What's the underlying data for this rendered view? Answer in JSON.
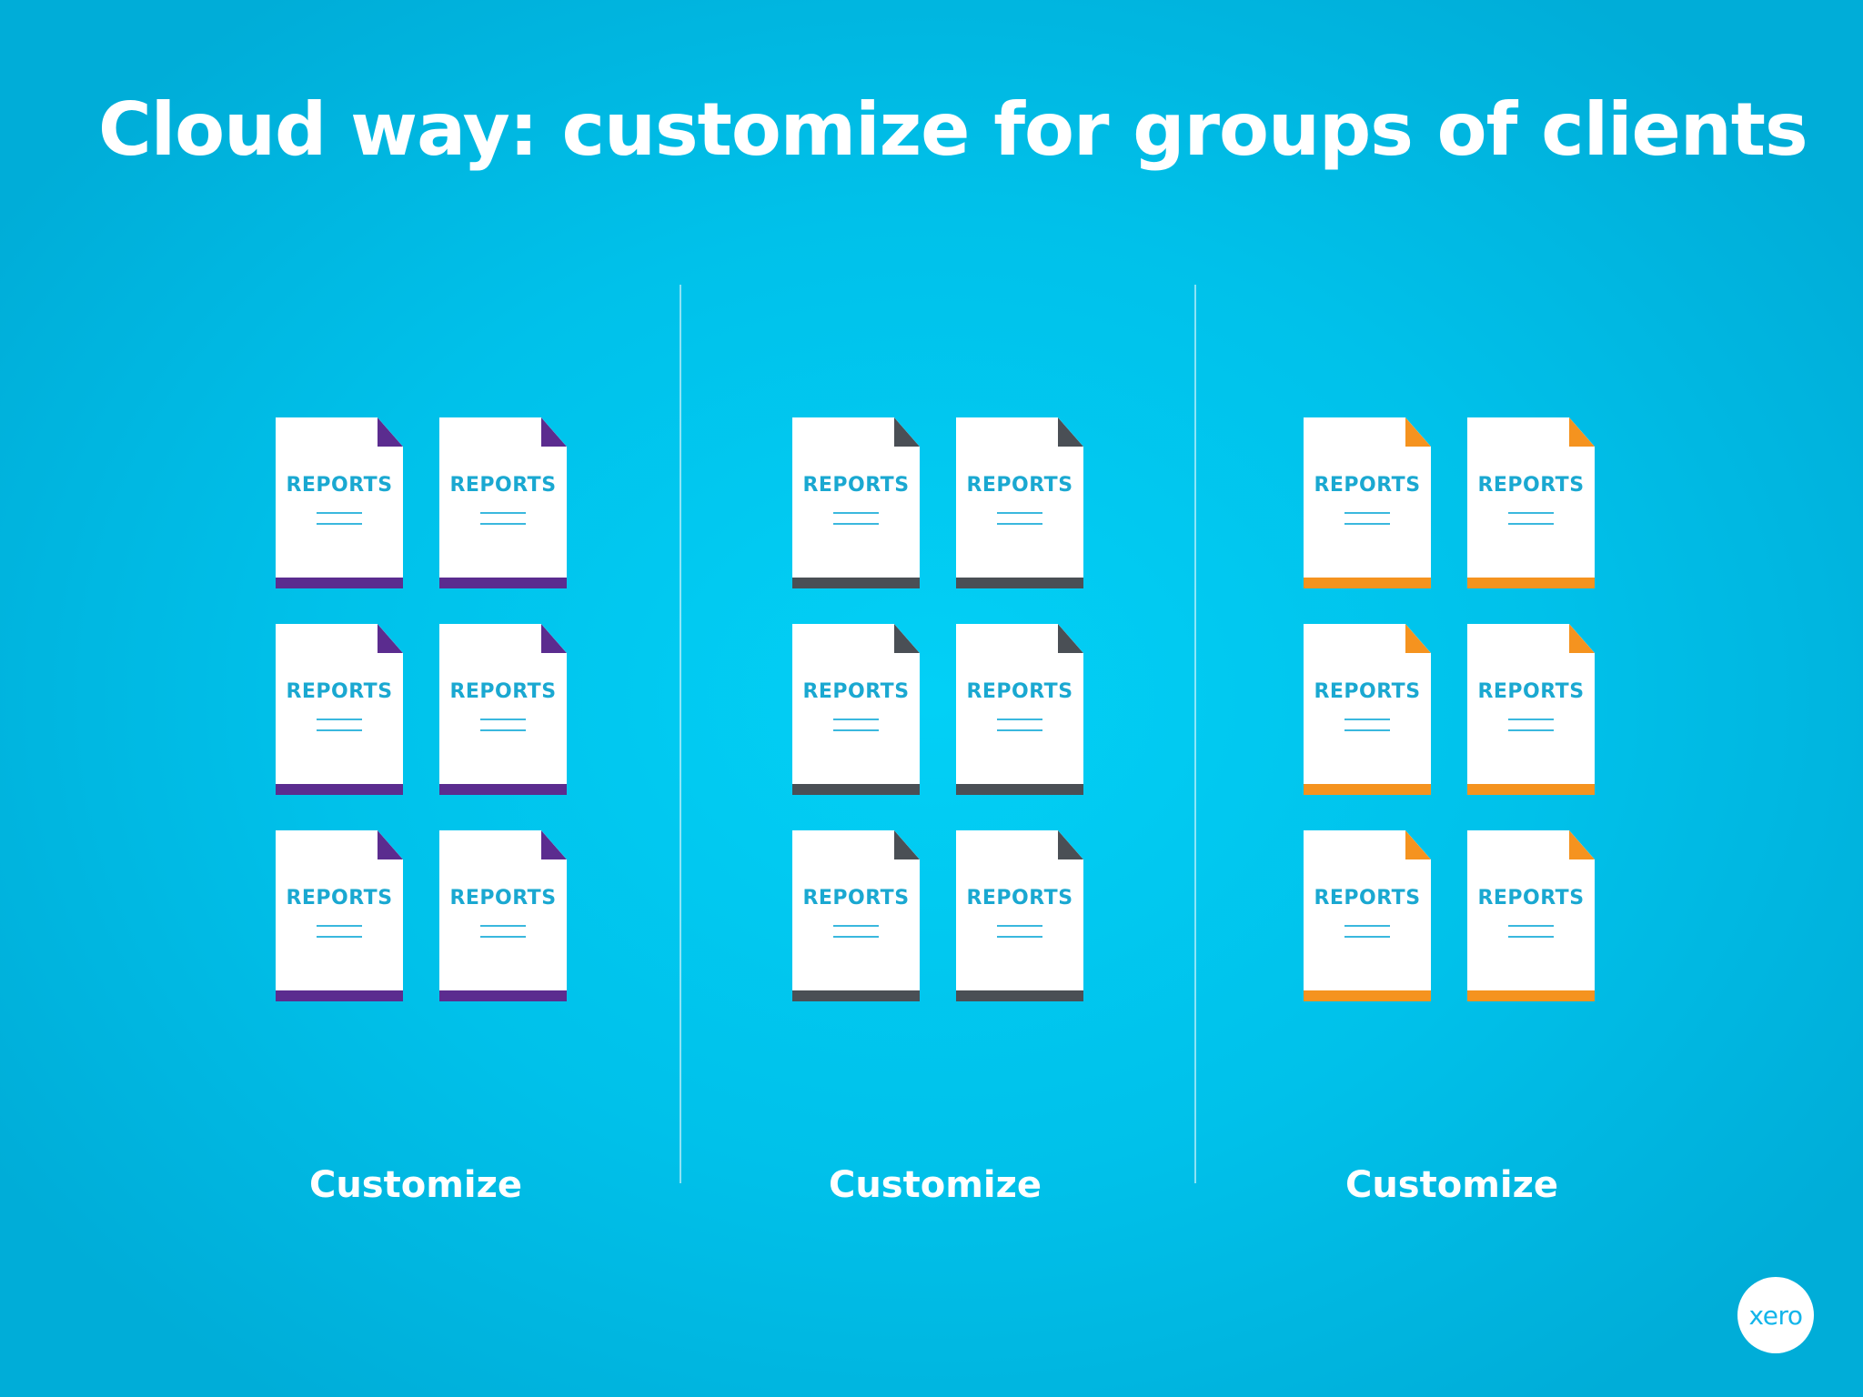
{
  "title": "Cloud way: customize for groups of clients",
  "groups": [
    {
      "accent": "#5b2c8f",
      "caption": "Customize",
      "docs": [
        "REPORTS",
        "REPORTS",
        "REPORTS",
        "REPORTS",
        "REPORTS",
        "REPORTS"
      ]
    },
    {
      "accent": "#4a4f55",
      "caption": "Customize",
      "docs": [
        "REPORTS",
        "REPORTS",
        "REPORTS",
        "REPORTS",
        "REPORTS",
        "REPORTS"
      ]
    },
    {
      "accent": "#f5931f",
      "caption": "Customize",
      "docs": [
        "REPORTS",
        "REPORTS",
        "REPORTS",
        "REPORTS",
        "REPORTS",
        "REPORTS"
      ]
    }
  ],
  "logo": {
    "text": "xero",
    "icon": "xero-logo-icon"
  },
  "colors": {
    "background": "#00c1ea",
    "text": "#ffffff",
    "doc_label": "#1aa8d1"
  }
}
